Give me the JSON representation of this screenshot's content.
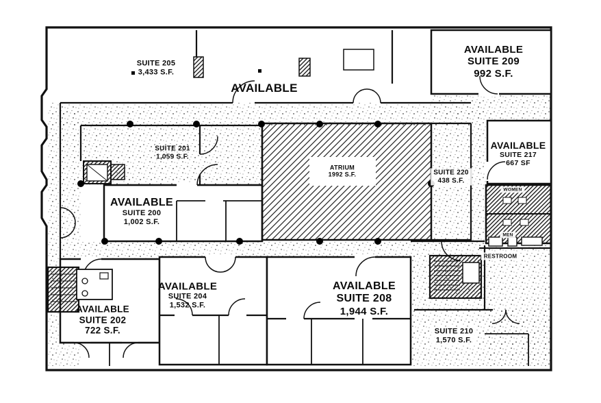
{
  "document": {
    "type": "commercial office floor plan"
  },
  "labels": {
    "suite205": {
      "name": "SUITE 205",
      "area": "3,433 S.F."
    },
    "available_top": {
      "status": "AVAILABLE"
    },
    "suite209": {
      "status": "AVAILABLE",
      "name": "SUITE 209",
      "area": "992 S.F."
    },
    "suite201": {
      "name": "SUITE 201",
      "area": "1,059 S.F."
    },
    "atrium": {
      "name": "ATRIUM",
      "area": "1992 S.F."
    },
    "suite220": {
      "name": "SUITE 220",
      "area": "438 S.F."
    },
    "suite217": {
      "status": "AVAILABLE",
      "name": "SUITE 217",
      "area": "667 SF"
    },
    "suite200": {
      "status": "AVAILABLE",
      "name": "SUITE 200",
      "area": "1,002 S.F."
    },
    "suite202": {
      "status": "AVAILABLE",
      "name": "SUITE 202",
      "area": "722 S.F."
    },
    "suite204": {
      "status": "AVAILABLE",
      "name": "SUITE 204",
      "area": "1,532 S.F."
    },
    "suite208": {
      "status": "AVAILABLE",
      "name": "SUITE 208",
      "area": "1,944 S.F."
    },
    "suite210": {
      "name": "SUITE 210",
      "area": "1,570 S.F."
    },
    "restroom": {
      "label": "RESTROOM"
    },
    "women": {
      "label": "WOMEN"
    },
    "men": {
      "label": "MEN"
    }
  },
  "colors": {
    "wall": "#111111",
    "paper": "#ffffff",
    "hatch": "#222222",
    "stipple": "#444444",
    "column_dot": "#000000"
  }
}
